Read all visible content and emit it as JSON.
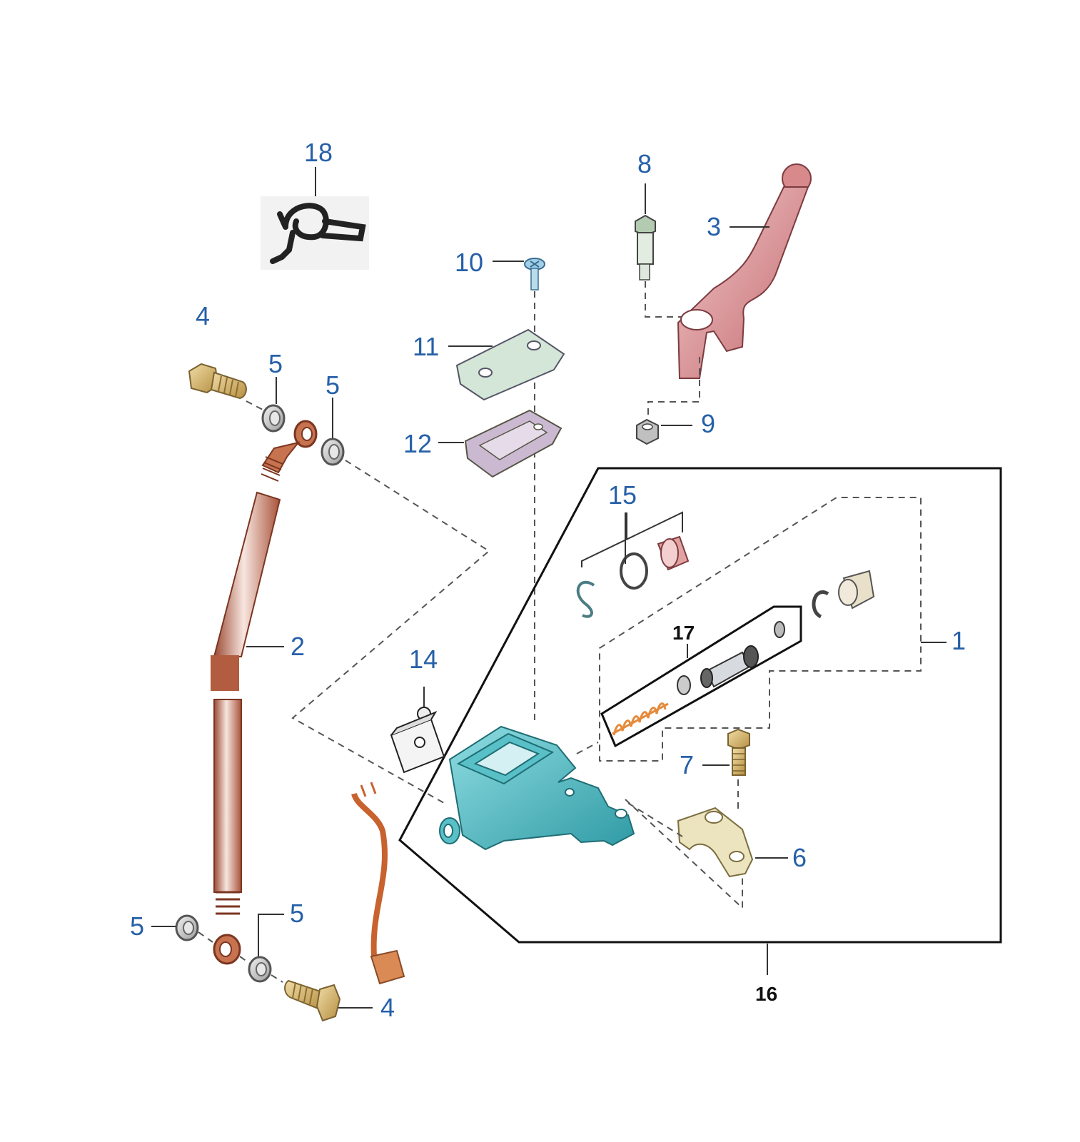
{
  "colors": {
    "label": "#2660a8",
    "label_bold": "#111111",
    "hose": "#b8644a",
    "master_cylinder": "#4fb6bf",
    "lever": "#d9898c",
    "brass": "#d1b26c",
    "clamp": "#ddd3ac"
  },
  "labels": {
    "p1": "1",
    "p2": "2",
    "p3": "3",
    "p4a": "4",
    "p4b": "4",
    "p5a": "5",
    "p5b": "5",
    "p5c": "5",
    "p5d": "5",
    "p6": "6",
    "p7": "7",
    "p8": "8",
    "p9": "9",
    "p10": "10",
    "p11": "11",
    "p12": "12",
    "p14": "14",
    "p15": "15",
    "p16": "16",
    "p17": "17",
    "p18": "18"
  },
  "parts": [
    {
      "id": "hose-clip",
      "icon": "hose-clip-icon"
    },
    {
      "id": "brake-hose",
      "icon": "brake-hose-icon"
    },
    {
      "id": "banjo-bolt",
      "icon": "bolt-icon"
    },
    {
      "id": "sealing-washer",
      "icon": "washer-icon"
    },
    {
      "id": "brake-lever",
      "icon": "lever-icon"
    },
    {
      "id": "pivot-bolt",
      "icon": "bolt-icon"
    },
    {
      "id": "lock-nut",
      "icon": "nut-icon"
    },
    {
      "id": "cover-screw",
      "icon": "screw-icon"
    },
    {
      "id": "reservoir-cover",
      "icon": "cover-icon"
    },
    {
      "id": "diaphragm",
      "icon": "diaphragm-icon"
    },
    {
      "id": "brake-light-switch",
      "icon": "switch-icon"
    },
    {
      "id": "master-cylinder",
      "icon": "master-cylinder-icon"
    },
    {
      "id": "handlebar-clamp",
      "icon": "clamp-icon"
    },
    {
      "id": "clamp-bolt",
      "icon": "bolt-icon"
    },
    {
      "id": "piston-kit",
      "icon": "piston-kit-icon"
    },
    {
      "id": "seal-kit",
      "icon": "seal-kit-icon"
    }
  ]
}
